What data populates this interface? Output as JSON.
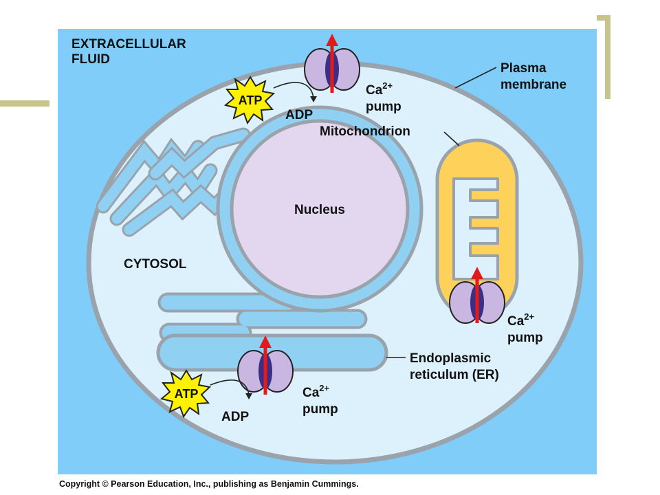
{
  "labels": {
    "extracellular_line1": "EXTRACELLULAR",
    "extracellular_line2": "FLUID",
    "plasma_line1": "Plasma",
    "plasma_line2": "membrane",
    "mitochondrion": "Mitochondrion",
    "nucleus": "Nucleus",
    "cytosol": "CYTOSOL",
    "er_line1": "Endoplasmic",
    "er_line2": "reticulum (ER)",
    "atp": "ATP",
    "adp": "ADP",
    "ca": "Ca",
    "ca_sup": "2+",
    "pump": "pump"
  },
  "copyright": "Copyright © Pearson Education, Inc., publishing as Benjamin Cummings.",
  "colors": {
    "extracellular": "#7fcdf8",
    "cytosol": "#dcf1fb",
    "membrane": "#9aa3ab",
    "er_fill": "#8fd0f3",
    "nucleus": "#e3d7ef",
    "mito_outer": "#fed25a",
    "pump": "#c9b7e1",
    "pump_core": "#3b2e86",
    "arrow": "#e21a1a",
    "atp": "#fff200",
    "accent": "#c8c48e"
  }
}
